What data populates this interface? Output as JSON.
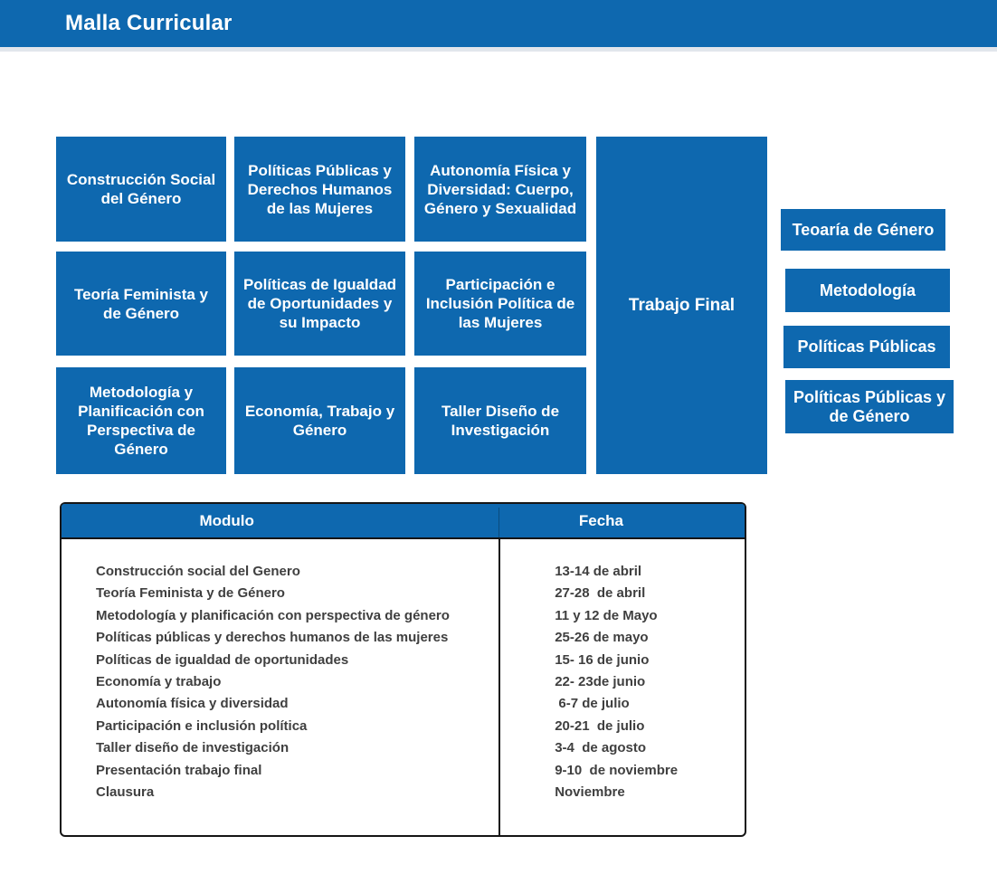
{
  "title_bar": {
    "title": "Malla Curricular"
  },
  "colors": {
    "primary_blue": "#0e68af",
    "table_text": "#3f3f3f",
    "border": "#151515"
  },
  "curriculum_boxes": [
    {
      "label": "Construcción Social del Género"
    },
    {
      "label": "Políticas Públicas y Derechos Humanos de las Mujeres"
    },
    {
      "label": "Autonomía Física y Diversidad: Cuerpo, Género y Sexualidad"
    },
    {
      "label": "Teoría Feminista y de Género"
    },
    {
      "label": "Políticas de Igualdad de Oportunidades y su Impacto"
    },
    {
      "label": "Participación e Inclusión Política de las Mujeres"
    },
    {
      "label": "Metodología y Planificación con Perspectiva de Género"
    },
    {
      "label": "Economía, Trabajo y Género"
    },
    {
      "label": "Taller Diseño de Investigación"
    }
  ],
  "final_box": {
    "label": "Trabajo Final"
  },
  "side_boxes": [
    {
      "label": "Teoaría de Género"
    },
    {
      "label": "Metodología"
    },
    {
      "label": "Políticas Públicas"
    },
    {
      "label": "Políticas Públicas y de Género"
    }
  ],
  "schedule_table": {
    "headers": {
      "modulo": "Modulo",
      "fecha": "Fecha"
    },
    "rows": [
      {
        "modulo": "Construcción social del Genero",
        "fecha": "13-14 de abril"
      },
      {
        "modulo": "Teoría Feminista y de Género",
        "fecha": "27-28  de abril"
      },
      {
        "modulo": "Metodología y planificación con perspectiva de género",
        "fecha": "11 y 12 de Mayo"
      },
      {
        "modulo": "Políticas públicas y derechos humanos de las mujeres",
        "fecha": "25-26 de mayo"
      },
      {
        "modulo": "Políticas de igualdad de oportunidades",
        "fecha": "15- 16 de junio"
      },
      {
        "modulo": "Economía y trabajo",
        "fecha": "22- 23de junio"
      },
      {
        "modulo": "Autonomía física y diversidad",
        "fecha": " 6-7 de julio"
      },
      {
        "modulo": "Participación e inclusión política",
        "fecha": "20-21  de julio"
      },
      {
        "modulo": "Taller diseño de investigación",
        "fecha": "3-4  de agosto"
      },
      {
        "modulo": "Presentación trabajo final",
        "fecha": "9-10  de noviembre"
      },
      {
        "modulo": "Clausura",
        "fecha": "Noviembre"
      }
    ]
  }
}
